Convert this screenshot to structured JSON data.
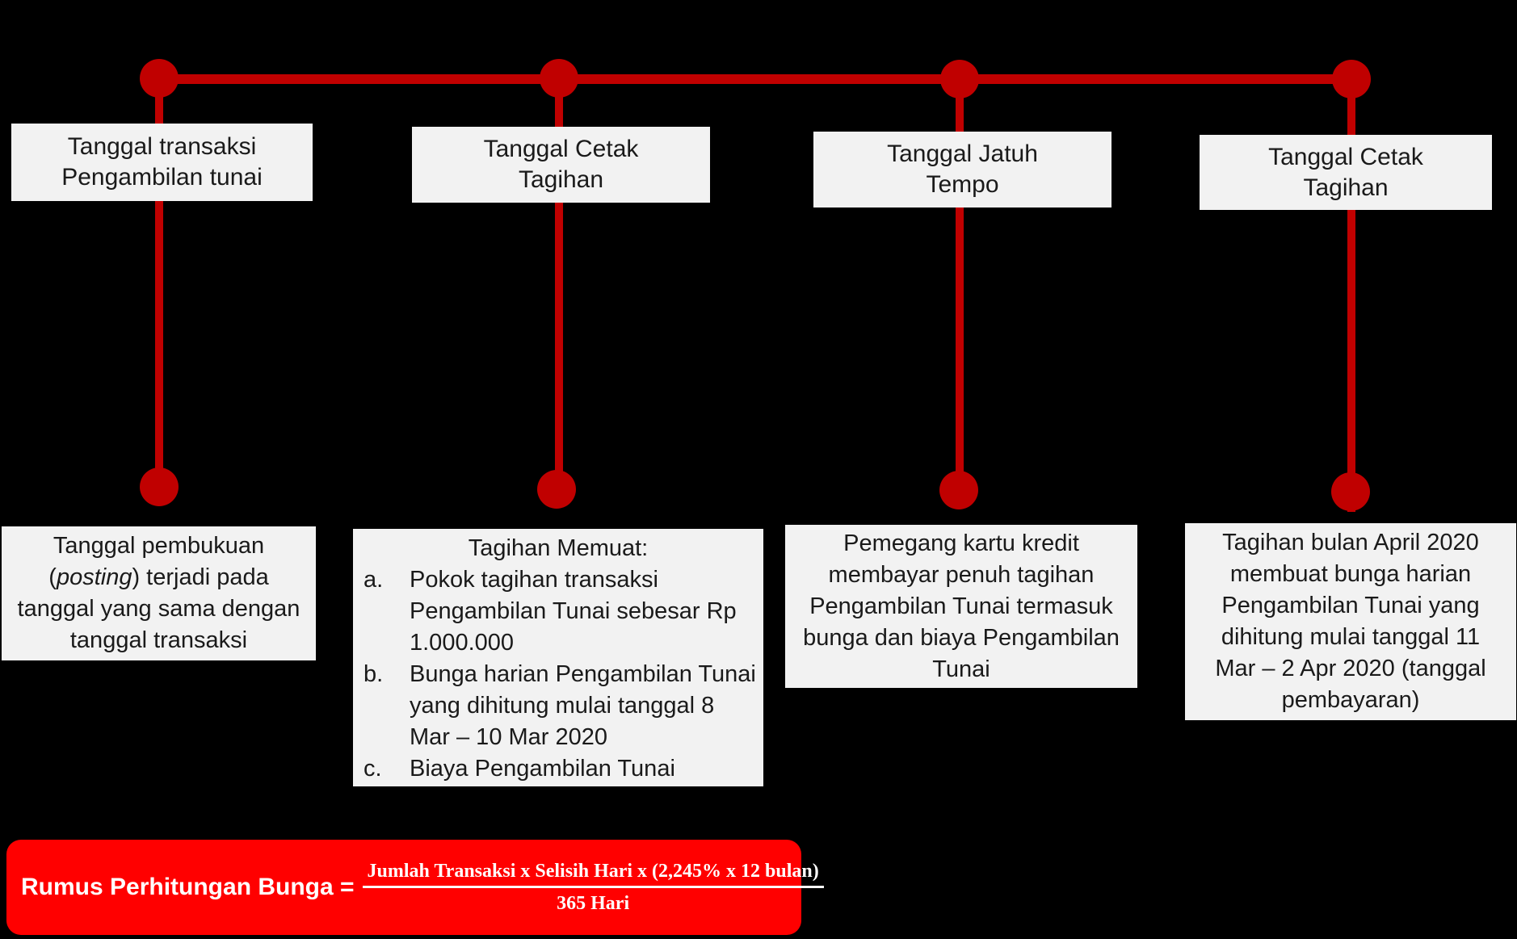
{
  "colors": {
    "background": "#000000",
    "timeline_red": "#C00000",
    "formula_red": "#FF0000",
    "box_bg": "#F2F2F2",
    "box_text": "#1A1A1A",
    "formula_text": "#FFFFFF"
  },
  "timeline": {
    "top_boxes": [
      {
        "lines": [
          "Tanggal transaksi",
          "Pengambilan tunai"
        ]
      },
      {
        "lines": [
          "Tanggal Cetak",
          "Tagihan"
        ]
      },
      {
        "lines": [
          "Tanggal Jatuh",
          "Tempo"
        ]
      },
      {
        "lines": [
          "Tanggal Cetak",
          "Tagihan"
        ]
      }
    ],
    "bottom_boxes": [
      {
        "lines": [
          {
            "segs": [
              {
                "text": "Tanggal pembukuan",
                "italic": false
              }
            ]
          },
          {
            "segs": [
              {
                "text": "(",
                "italic": false
              },
              {
                "text": "posting",
                "italic": true
              },
              {
                "text": ") terjadi pada",
                "italic": false
              }
            ]
          },
          {
            "segs": [
              {
                "text": "tanggal yang sama dengan",
                "italic": false
              }
            ]
          },
          {
            "segs": [
              {
                "text": "tanggal transaksi",
                "italic": false
              }
            ]
          }
        ]
      },
      {
        "title": "Tagihan Memuat:",
        "items": [
          {
            "label": "a.",
            "lines": [
              "Pokok tagihan transaksi",
              "Pengambilan Tunai sebesar Rp",
              "1.000.000"
            ]
          },
          {
            "label": "b.",
            "lines": [
              "Bunga harian Pengambilan Tunai",
              "yang dihitung mulai tanggal 8",
              "Mar – 10 Mar 2020"
            ]
          },
          {
            "label": "c.",
            "lines": [
              "Biaya Pengambilan Tunai"
            ]
          }
        ]
      },
      {
        "lines": [
          "Pemegang kartu kredit",
          "membayar penuh tagihan",
          "Pengambilan Tunai termasuk",
          "bunga dan biaya Pengambilan",
          "Tunai"
        ]
      },
      {
        "lines": [
          "Tagihan bulan April 2020",
          "membuat bunga harian",
          "Pengambilan Tunai yang",
          "dihitung mulai tanggal 11",
          "Mar – 2 Apr 2020 (tanggal",
          "pembayaran)"
        ]
      }
    ]
  },
  "formula": {
    "label": "Rumus Perhitungan Bunga =",
    "numerator": "Jumlah Transaksi x Selisih Hari x (2,245% x 12 bulan)",
    "denominator": "365 Hari"
  }
}
